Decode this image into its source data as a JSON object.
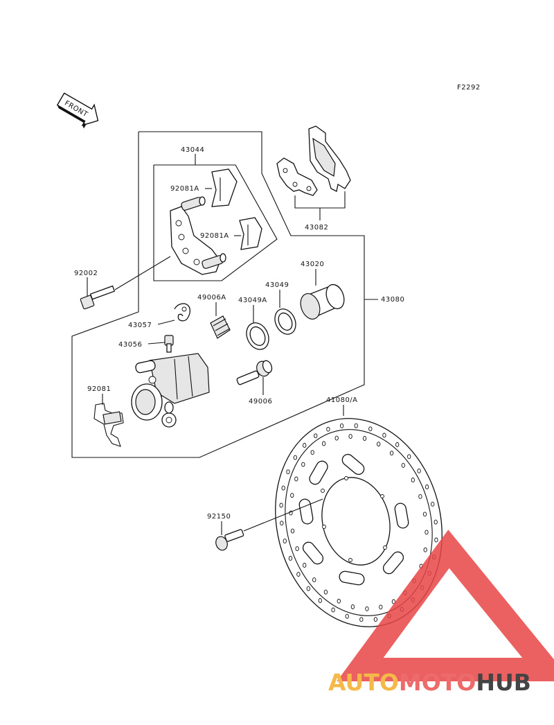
{
  "figure_code": "F2292",
  "front_marker": "FRONT",
  "watermark": {
    "part_a": "AUTO",
    "part_b": "MOTO",
    "part_c": "HUB",
    "color_a": "#f5b94a",
    "color_b": "#ee6b6b",
    "color_c": "#444444",
    "triangle_color": "#e84545"
  },
  "labels": {
    "p43044": "43044",
    "p92081A_1": "92081A",
    "p92081A_2": "92081A",
    "p43082": "43082",
    "p92002": "92002",
    "p43020": "43020",
    "p43049": "43049",
    "p49006A": "49006A",
    "p43049A": "43049A",
    "p43080": "43080",
    "p43057": "43057",
    "p43056": "43056",
    "p92081": "92081",
    "p49006": "49006",
    "p41080A": "41080/A",
    "p92150": "92150"
  }
}
